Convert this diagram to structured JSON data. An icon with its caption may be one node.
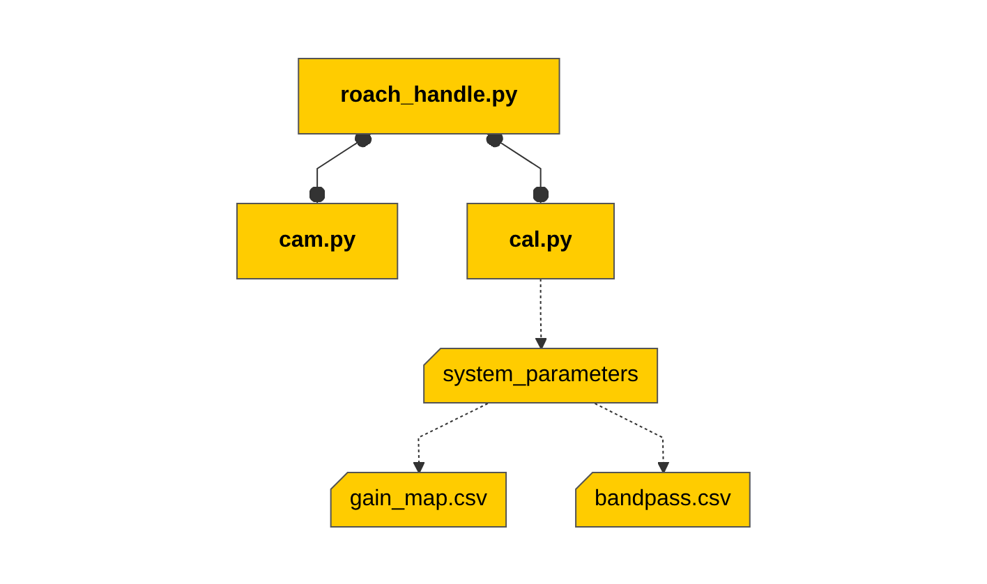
{
  "diagram": {
    "nodes": [
      {
        "text": [
          "roach_handle.py"
        ]
      },
      {
        "text": [
          "cam.py"
        ]
      },
      {
        "text": [
          "cal.py"
        ]
      },
      {
        "text": [
          "system_parameters"
        ]
      },
      {
        "text": [
          "gain_map.csv"
        ]
      },
      {
        "text": [
          "bandpass.csv"
        ]
      }
    ],
    "edges": [
      {
        "from": 0,
        "to": 1,
        "arrow": "other"
      },
      {
        "from": 0,
        "to": 2,
        "arrow": "other"
      },
      {
        "from": 2,
        "to": 3,
        "arrow": "to",
        "style": "dashed"
      },
      {
        "from": 3,
        "to": 4,
        "arrow": "to",
        "style": "dashed"
      },
      {
        "from": 3,
        "to": 5,
        "arrow": "to",
        "style": "dashed"
      }
    ]
  }
}
